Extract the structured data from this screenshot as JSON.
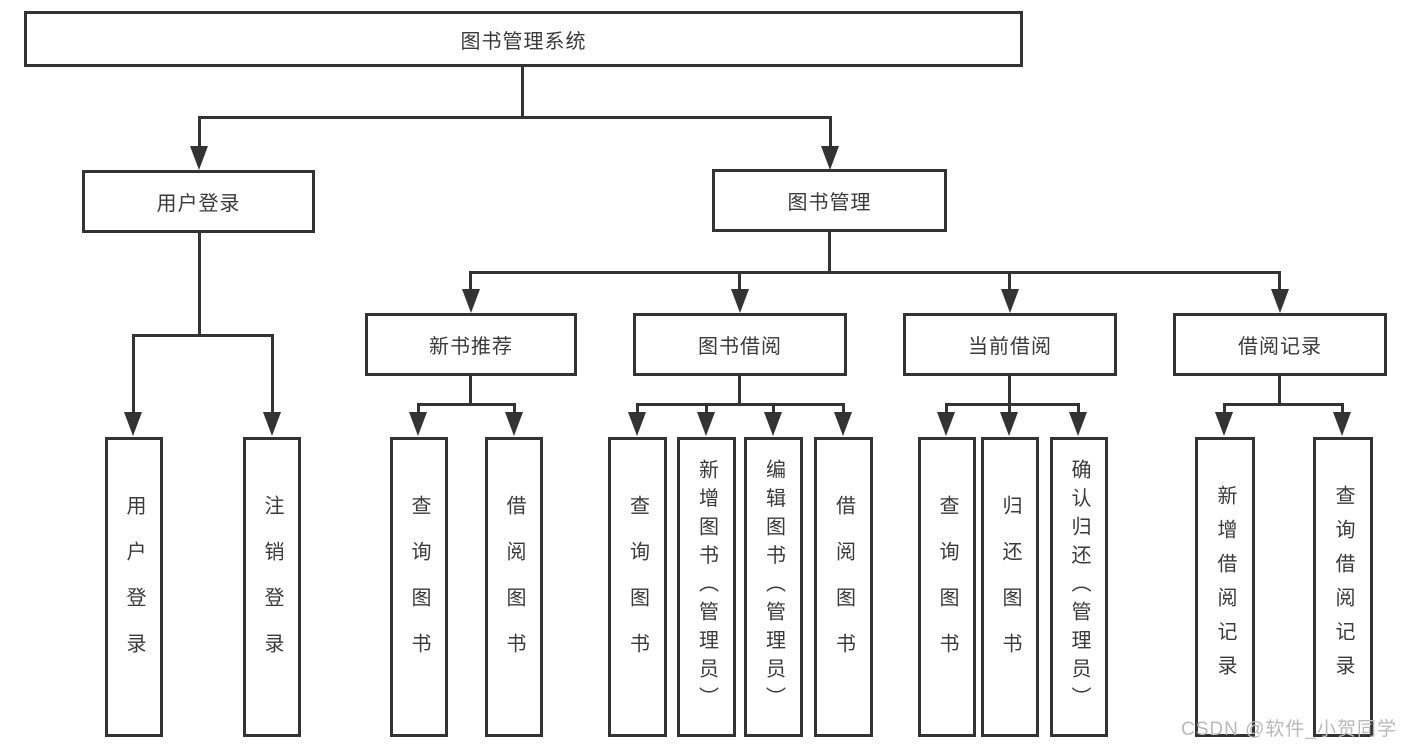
{
  "diagram": {
    "type": "hierarchy-tree",
    "root": {
      "label": "图书管理系统"
    },
    "level2": {
      "user_login": "用户登录",
      "book_mgmt": "图书管理"
    },
    "level3": {
      "new_books": "新书推荐",
      "book_borrow": "图书借阅",
      "current_borrow": "当前借阅",
      "borrow_records": "借阅记录"
    },
    "leaves": {
      "user_login": [
        "用户登录",
        "注销登录"
      ],
      "new_books": [
        "查询图书",
        "借阅图书"
      ],
      "book_borrow": [
        "查询图书",
        "新增图书（管理员）",
        "编辑图书（管理员）",
        "借阅图书"
      ],
      "current_borrow": [
        "查询图书",
        "归还图书",
        "确认归还（管理员）"
      ],
      "borrow_records": [
        "新增借阅记录",
        "查询借阅记录"
      ]
    }
  },
  "watermark": "CSDN @软件_小贺同学",
  "colors": {
    "line": "#333333",
    "border": "#333333",
    "text": "#3a3a3a",
    "watermark": "#b9b9b9",
    "background": "#ffffff"
  }
}
